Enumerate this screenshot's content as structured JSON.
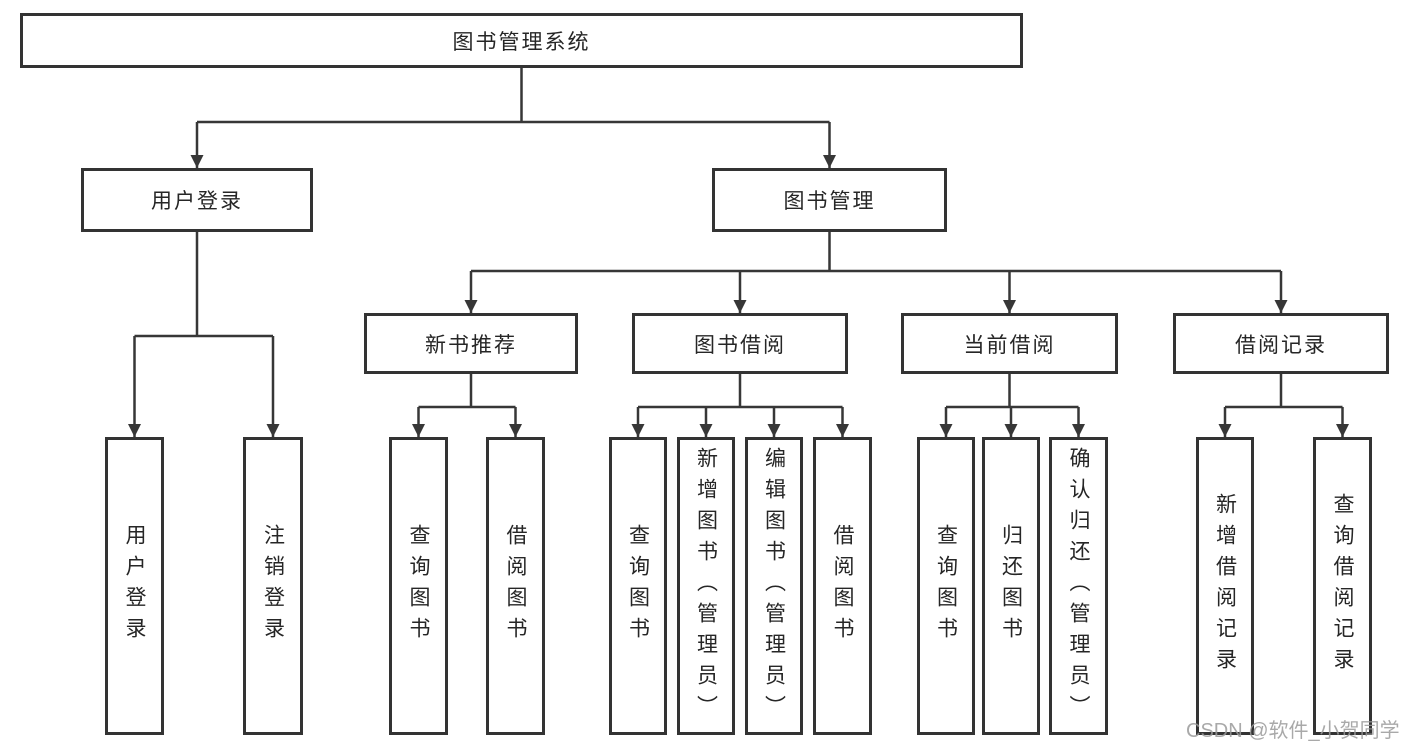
{
  "diagram_title": "图书管理系统",
  "watermark": "CSDN @软件_小贺同学",
  "colors": {
    "line": "#373737",
    "box_border": "#333333",
    "text": "#262626",
    "watermark": "#9b9b9b",
    "background": "#ffffff"
  },
  "nodes": {
    "root": {
      "label": "图书管理系统"
    },
    "user_login": {
      "label": "用户登录"
    },
    "book_mgmt": {
      "label": "图书管理"
    },
    "new_book_rec": {
      "label": "新书推荐"
    },
    "book_borrow": {
      "label": "图书借阅"
    },
    "current_borrow": {
      "label": "当前借阅"
    },
    "borrow_record": {
      "label": "借阅记录"
    },
    "leaf_user_login": {
      "label": "用户登录"
    },
    "leaf_logout": {
      "label": "注销登录"
    },
    "leaf_rec_query": {
      "label": "查询图书"
    },
    "leaf_rec_borrow": {
      "label": "借阅图书"
    },
    "leaf_bb_query": {
      "label": "查询图书"
    },
    "leaf_bb_add": {
      "label": "新增图书（管理员）"
    },
    "leaf_bb_edit": {
      "label": "编辑图书（管理员）"
    },
    "leaf_bb_borrow": {
      "label": "借阅图书"
    },
    "leaf_cb_query": {
      "label": "查询图书"
    },
    "leaf_cb_return": {
      "label": "归还图书"
    },
    "leaf_cb_confirm": {
      "label": "确认归还（管理员）"
    },
    "leaf_br_add": {
      "label": "新增借阅记录"
    },
    "leaf_br_query": {
      "label": "查询借阅记录"
    }
  },
  "edges": [
    [
      "root",
      "user_login"
    ],
    [
      "root",
      "book_mgmt"
    ],
    [
      "user_login",
      "leaf_user_login"
    ],
    [
      "user_login",
      "leaf_logout"
    ],
    [
      "book_mgmt",
      "new_book_rec"
    ],
    [
      "book_mgmt",
      "book_borrow"
    ],
    [
      "book_mgmt",
      "current_borrow"
    ],
    [
      "book_mgmt",
      "borrow_record"
    ],
    [
      "new_book_rec",
      "leaf_rec_query"
    ],
    [
      "new_book_rec",
      "leaf_rec_borrow"
    ],
    [
      "book_borrow",
      "leaf_bb_query"
    ],
    [
      "book_borrow",
      "leaf_bb_add"
    ],
    [
      "book_borrow",
      "leaf_bb_edit"
    ],
    [
      "book_borrow",
      "leaf_bb_borrow"
    ],
    [
      "current_borrow",
      "leaf_cb_query"
    ],
    [
      "current_borrow",
      "leaf_cb_return"
    ],
    [
      "current_borrow",
      "leaf_cb_confirm"
    ],
    [
      "borrow_record",
      "leaf_br_add"
    ],
    [
      "borrow_record",
      "leaf_br_query"
    ]
  ]
}
